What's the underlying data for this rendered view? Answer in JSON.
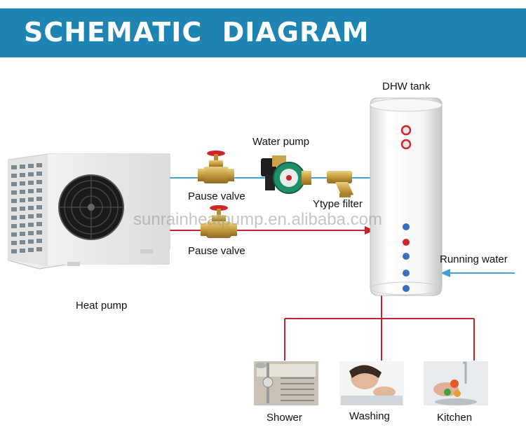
{
  "header": {
    "title": "SCHEMATIC  DIAGRAM"
  },
  "labels": {
    "dhw_tank": "DHW tank",
    "water_pump": "Water pump",
    "pause_valve_top": "Pause valve",
    "pause_valve_bottom": "Pause valve",
    "ytype_filter": "Ytype filter",
    "running_water": "Running water",
    "heat_pump": "Heat pump",
    "shower": "Shower",
    "washing": "Washing",
    "kitchen": "Kitchen"
  },
  "watermark": "sunrainheatpump.en.alibaba.com",
  "colors": {
    "header_bg": "#1d84b3",
    "cold_line": "#3aa4d8",
    "hot_line": "#c8202c",
    "valve_red": "#d0242a",
    "brass": "#c9a44a",
    "pump_green": "#1f8f6a"
  },
  "icons": [
    "heat-pump-unit",
    "gate-valve",
    "circulation-pump",
    "y-strainer",
    "dhw-storage-tank",
    "shower-photo",
    "washing-photo",
    "kitchen-photo"
  ]
}
